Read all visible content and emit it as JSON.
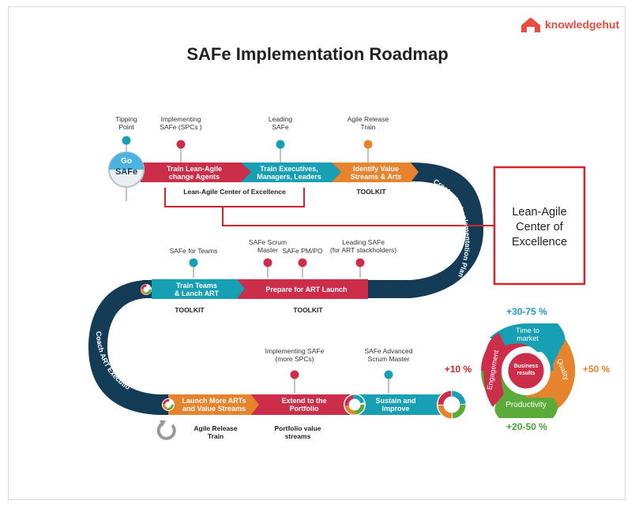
{
  "brand": {
    "name": "knowledgehut",
    "color": "#e84c3d"
  },
  "title": "SAFe Implementation Roadmap",
  "start": {
    "go": "Go",
    "safe": "SAFe"
  },
  "top_labels": {
    "tipping_point": "Tipping\nPoint",
    "implementing_spcs": "Implementing\nSAFe (SPCs )",
    "leading_safe": "Leading\nSAFe",
    "agile_release_train": "Agile Release\nTrain"
  },
  "segments": {
    "train_lean_agile": "Train Lean-Agile\nchange Agents",
    "train_executives": "Train Executives,\nManagers, Leaders",
    "identify_value_streams": "Identify Value\nStreams & Arts",
    "train_teams": "Train Teams\n& Lanch ART",
    "prepare_art_launch": "Prepare for ART Launch",
    "launch_more_arts": "Launch More ARTs\nand Value Streams",
    "extend_portfolio": "Extend to the\nPortfolio",
    "sustain_improve": "Sustain and\nImprove"
  },
  "bracket_label": "Lean-Agile Center of Excellence",
  "toolkit": "TOOLKIT",
  "curve_labels": {
    "create_plan": "Create the Implementation Plan",
    "coach_art": "Coach ART Execution"
  },
  "coe_box": "Lean-Agile\nCenter of\nExcellence",
  "mid_labels": {
    "safe_for_teams": "SAFe for Teams",
    "safe_scrum_master": "SAFe Scrum\nMaster",
    "safe_pm_po": "SAFe PM/PO",
    "leading_safe_art": "Leading SAFe\n(for ART stackholders)"
  },
  "bottom_labels": {
    "implementing_more_spcs": "Implementing SAFe\n(more SPCs)",
    "safe_advanced_sm": "SAFe Advanced\nScrum Master",
    "agile_release_train": "Agile Release\nTrain",
    "portfolio_value_streams": "Portfolio value\nstreams"
  },
  "results": {
    "center": "Business\nresults",
    "time_to_market": "Time to\nmarket",
    "quality": "Quality",
    "productivity": "Productivity",
    "engagement": "Engagement",
    "pct_top": "+30-75 %",
    "pct_right": "+50 %",
    "pct_bottom": "+20-50 %",
    "pct_left": "+10 %"
  },
  "colors": {
    "red": "#cc2e4a",
    "teal": "#17a0b3",
    "navy": "#143c57",
    "orange": "#e8832d",
    "green": "#5aab3a",
    "accent_red": "#d6242e",
    "text_top_pct": "#1e9ac9",
    "text_right_pct": "#e8832d",
    "text_bottom_pct": "#45a334",
    "text_left_pct": "#d6242e"
  }
}
